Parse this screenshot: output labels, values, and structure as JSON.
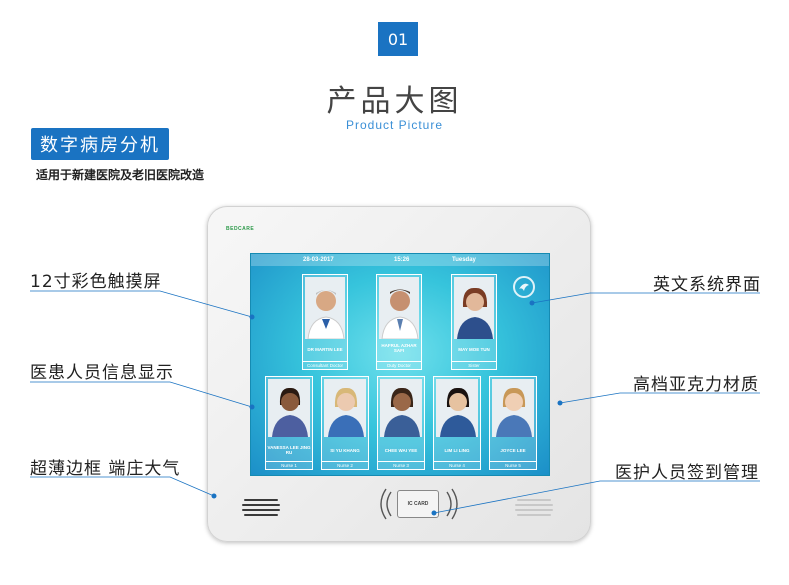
{
  "header": {
    "badge": "01",
    "title": "产品大图",
    "subtitle": "Product Picture"
  },
  "section": {
    "tag": "数字病房分机",
    "desc": "适用于新建医院及老旧医院改造"
  },
  "device": {
    "brand": "BEDCARE",
    "screen": {
      "date": "28-03-2017",
      "time": "15:26",
      "day": "Tuesday"
    },
    "top_staff": [
      {
        "name": "DR MARTIN LEE",
        "role": "Consultant Doctor"
      },
      {
        "name": "HAFRUL AZHAR SAFI",
        "role": "Duty Doctor"
      },
      {
        "name": "MAY MOE TUN",
        "role": "Sister"
      }
    ],
    "bottom_staff": [
      {
        "name": "VANESSA LEE JING RU",
        "role": "Nurse 1"
      },
      {
        "name": "SI YU KHANG",
        "role": "Nurse 2"
      },
      {
        "name": "CHEE WAI YEE",
        "role": "Nurse 3"
      },
      {
        "name": "LIM LI LING",
        "role": "Nurse 4"
      },
      {
        "name": "JOYCE LEE",
        "role": "Nurse 5"
      }
    ],
    "card_label": "IC CARD"
  },
  "callouts": {
    "left": [
      "12寸彩色触摸屏",
      "医患人员信息显示",
      "超薄边框 端庄大气"
    ],
    "right": [
      "英文系统界面",
      "高档亚克力材质",
      "医护人员签到管理"
    ]
  },
  "colors": {
    "accent": "#1a73c2",
    "subtitle": "#3a8fd6",
    "callout_line": "#1a73c2"
  }
}
